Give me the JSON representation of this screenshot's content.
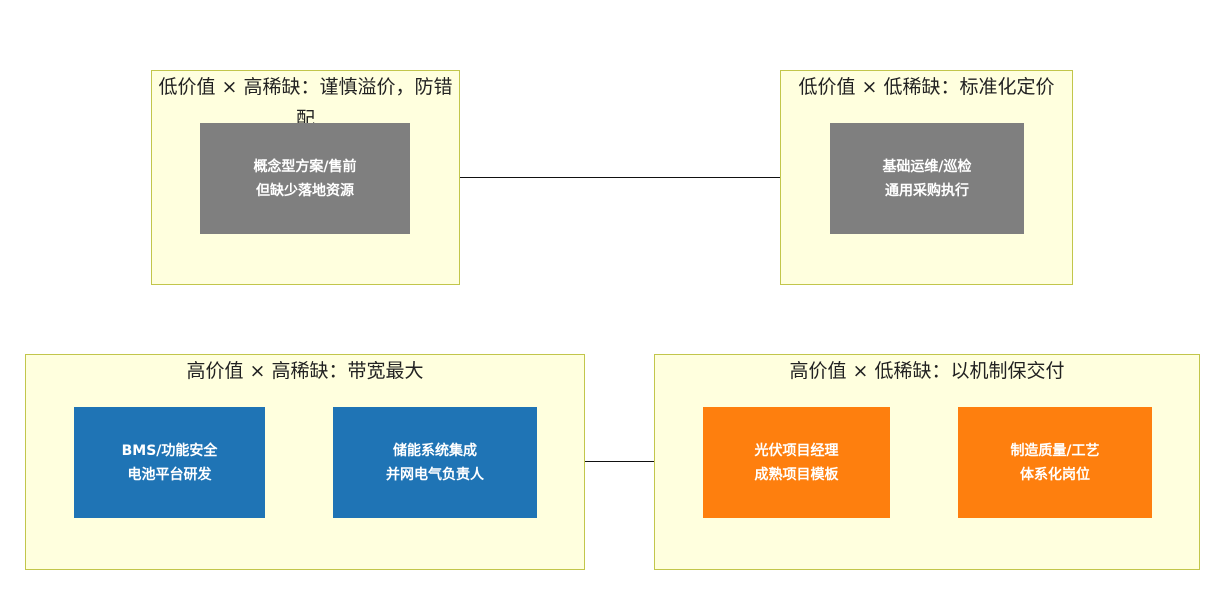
{
  "colors": {
    "group_fill": "#ffffde",
    "group_border": "#c2c64b",
    "gray_node": "#7f7f7f",
    "blue_node": "#1f74b5",
    "orange_node": "#fe7f0e",
    "node_text": "#ffffff",
    "connector": "#111111"
  },
  "groups": {
    "top_left": {
      "title": "低价值 × 高稀缺：谨慎溢价，防错配",
      "nodes": [
        {
          "line1": "概念型方案/售前",
          "line2": "但缺少落地资源"
        }
      ]
    },
    "top_right": {
      "title": "低价值 × 低稀缺：标准化定价",
      "nodes": [
        {
          "line1": "基础运维/巡检",
          "line2": "通用采购执行"
        }
      ]
    },
    "bottom_left": {
      "title": "高价值 × 高稀缺：带宽最大",
      "nodes": [
        {
          "line1": "BMS/功能安全",
          "line2": "电池平台研发"
        },
        {
          "line1": "储能系统集成",
          "line2": "并网电气负责人"
        }
      ]
    },
    "bottom_right": {
      "title": "高价值 × 低稀缺：以机制保交付",
      "nodes": [
        {
          "line1": "光伏项目经理",
          "line2": "成熟项目模板"
        },
        {
          "line1": "制造质量/工艺",
          "line2": "体系化岗位"
        }
      ]
    }
  },
  "connectors": [
    {
      "from": "top_left",
      "to": "top_right"
    },
    {
      "from": "bottom_left",
      "to": "bottom_right"
    }
  ]
}
